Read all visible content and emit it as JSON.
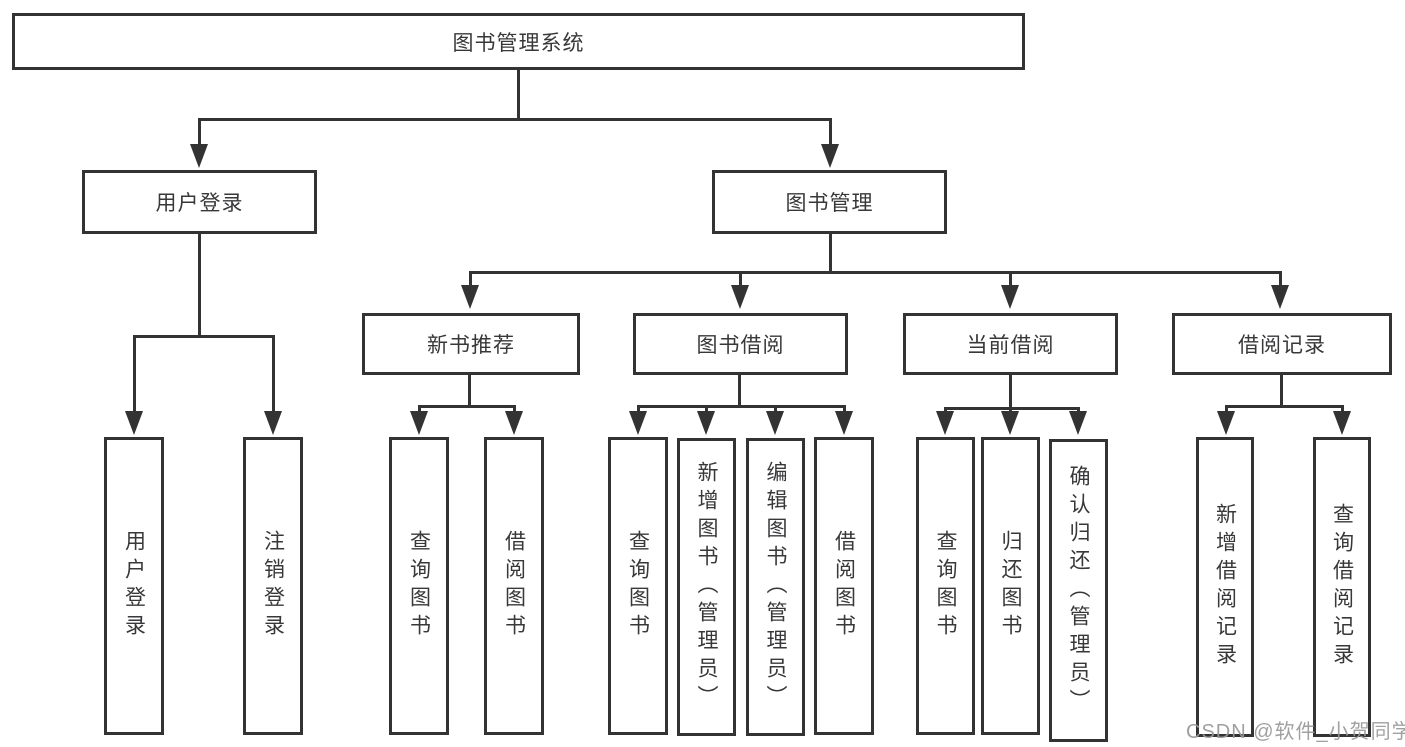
{
  "diagram": {
    "root": {
      "label": "图书管理系统",
      "children": [
        {
          "label": "用户登录",
          "children": [
            {
              "label": "用户登录"
            },
            {
              "label": "注销登录"
            }
          ]
        },
        {
          "label": "图书管理",
          "children": [
            {
              "label": "新书推荐",
              "children": [
                {
                  "label": "查询图书"
                },
                {
                  "label": "借阅图书"
                }
              ]
            },
            {
              "label": "图书借阅",
              "children": [
                {
                  "label": "查询图书"
                },
                {
                  "label": "新增图书（管理员）"
                },
                {
                  "label": "编辑图书（管理员）"
                },
                {
                  "label": "借阅图书"
                }
              ]
            },
            {
              "label": "当前借阅",
              "children": [
                {
                  "label": "查询图书"
                },
                {
                  "label": "归还图书"
                },
                {
                  "label": "确认归还（管理员）"
                }
              ]
            },
            {
              "label": "借阅记录",
              "children": [
                {
                  "label": "新增借阅记录"
                },
                {
                  "label": "查询借阅记录"
                }
              ]
            }
          ]
        }
      ]
    }
  },
  "watermark": {
    "text": "CSDN @软件_小贺同学"
  },
  "colors": {
    "line": "#333333",
    "box_border": "#333333",
    "text": "#38383a",
    "watermark": "#989898",
    "background": "#ffffff"
  }
}
